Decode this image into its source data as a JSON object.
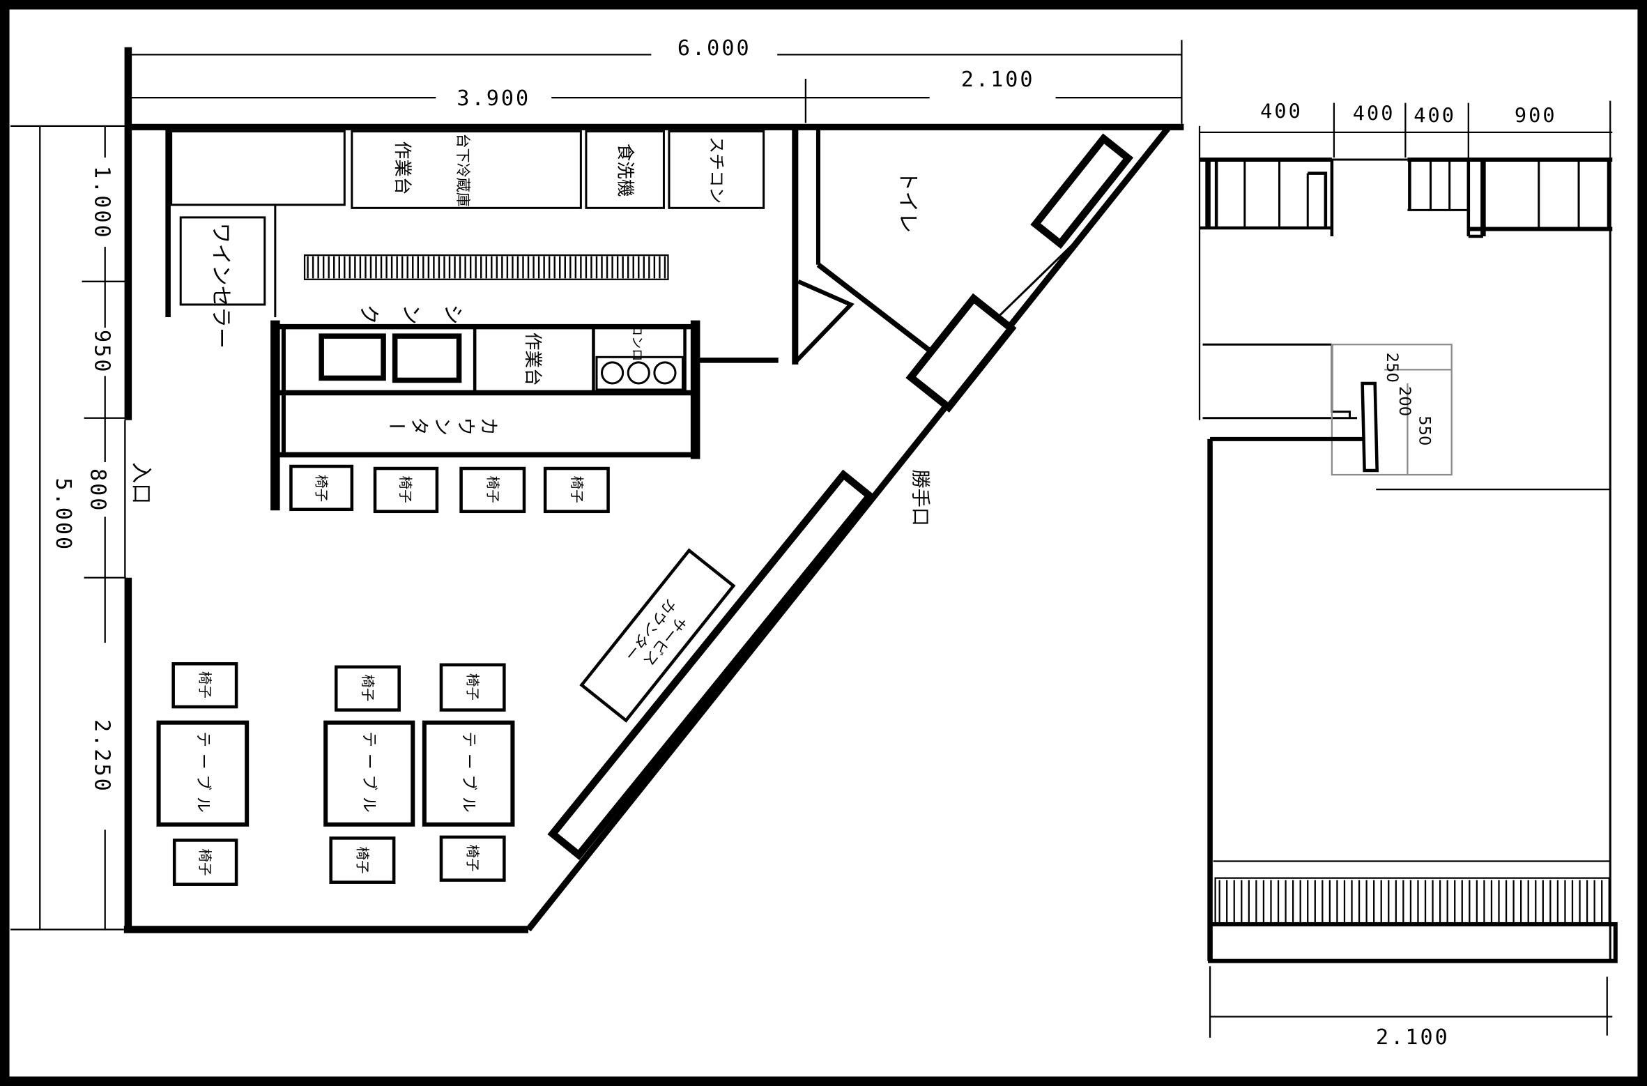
{
  "floor_plan": {
    "dimensions": {
      "total_width": "6.000",
      "dining_width": "3.900",
      "toilet_width": "2.100",
      "total_depth": "5.000",
      "depth_segments": [
        "1.000",
        "950",
        "800",
        "2.250"
      ]
    },
    "labels": {
      "entrance": "入口",
      "back_door": "勝手口",
      "toilet": "トイレ",
      "wine_cellar": "ワインセラー",
      "work_table": "作業台",
      "under_counter_fridge": "台下冷蔵庫",
      "dishwasher": "食洗機",
      "steam_convection_oven": "スチコン",
      "sink": "シンク",
      "island_work_table": "作業台",
      "stove": "コンロ",
      "counter": "カウンター",
      "service_counter_line1": "サービス",
      "service_counter_line2": "カウンター",
      "chair": "椅子",
      "table": "テーブル"
    }
  },
  "elevation": {
    "top_dimensions": [
      "400",
      "400",
      "400",
      "900"
    ],
    "stool_dimensions": [
      "250",
      "200",
      "550"
    ],
    "total_width": "2.100"
  }
}
